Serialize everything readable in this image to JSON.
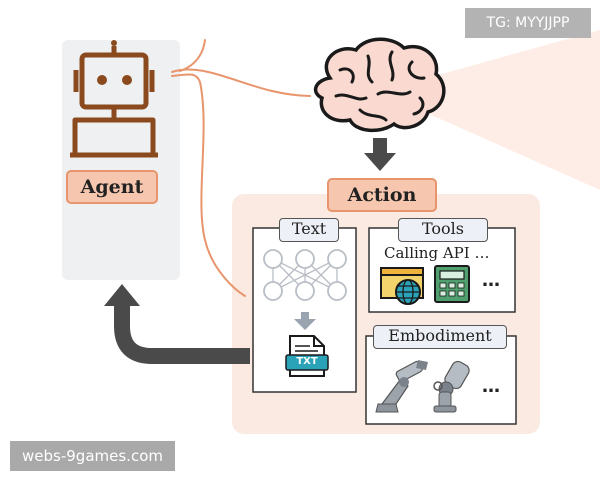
{
  "watermarks": {
    "top_right": "TG: MYYJJPP",
    "bottom_left": "webs-9games.com"
  },
  "labels": {
    "agent": "Agent",
    "action": "Action",
    "text": "Text",
    "tools": "Tools",
    "calling_api": "Calling API …",
    "tools_more": "…",
    "embodiment": "Embodiment",
    "embodiment_more": "…",
    "txt_file": "TXT"
  },
  "colors": {
    "accent_orange": "#e8956d",
    "label_fill": "#f6c7ae",
    "robot_brown": "#8a4a1e",
    "action_panel": "#fbeae1",
    "agent_panel": "#eef0f1",
    "dark_arrow": "#4a4a4a"
  },
  "icons": [
    "robot-icon",
    "brain-icon",
    "neural-network-icon",
    "txt-file-icon",
    "browser-globe-icon",
    "calculator-icon",
    "robot-arm-icon",
    "robot-leg-icon"
  ]
}
